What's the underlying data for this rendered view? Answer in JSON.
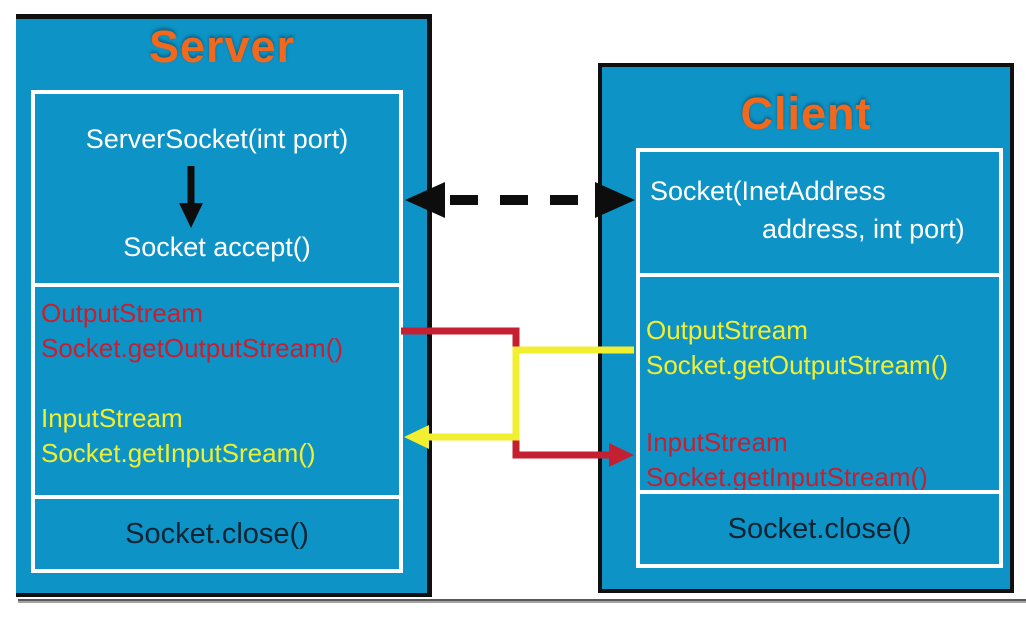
{
  "colors": {
    "box_fill": "#0e93c6",
    "box_border": "#101010",
    "title_orange": "#f2691d",
    "stream_red": "#c42032",
    "stream_yellow": "#f2ee30",
    "close_navy": "#0e2433",
    "divider_white": "#ffffff"
  },
  "server": {
    "title": "Server",
    "constructor": "ServerSocket(int port)",
    "accept": "Socket accept()",
    "output_stream": [
      "OutputStream",
      "Socket.getOutputStream()"
    ],
    "input_stream": [
      "InputStream",
      "Socket.getInputSream()"
    ],
    "close": "Socket.close()"
  },
  "client": {
    "title": "Client",
    "constructor_line1": "Socket(InetAddress",
    "constructor_line2": "address, int port)",
    "output_stream": [
      "OutputStream",
      "Socket.getOutputStream()"
    ],
    "input_stream": [
      "InputStream",
      "Socket.getInputStream()"
    ],
    "close": "Socket.close()"
  },
  "arrows": {
    "server_accept": "black-down-arrow",
    "connection": "black-dashed-double-headed-arrow",
    "server_output_to_client_input": "red-elbow-arrow",
    "client_output_to_server_input": "yellow-elbow-arrow"
  }
}
